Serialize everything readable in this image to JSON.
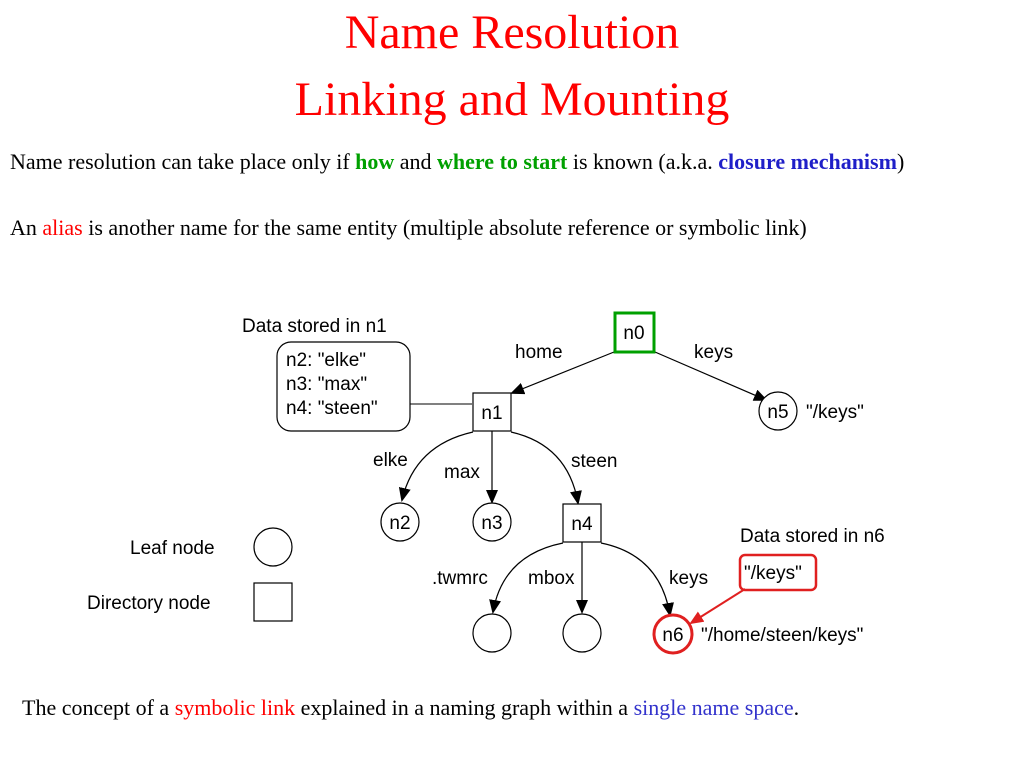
{
  "title": {
    "line1": "Name Resolution",
    "line2": "Linking and Mounting"
  },
  "paragraph1": {
    "t1": "Name resolution can take place only if ",
    "how": "how",
    "t2": " and ",
    "where": "where to start",
    "t3": " is known (a.k.a. ",
    "closure": "closure mechanism",
    "t4": ")"
  },
  "paragraph2": {
    "t1": "An ",
    "alias": "alias",
    "t2": " is another name for the same entity (multiple absolute reference or symbolic link)"
  },
  "diagram": {
    "n1_data_title": "Data stored in n1",
    "n1_data_lines": [
      "n2: \"elke\"",
      "n3: \"max\"",
      "n4: \"steen\""
    ],
    "nodes": {
      "n0": "n0",
      "n1": "n1",
      "n2": "n2",
      "n3": "n3",
      "n4": "n4",
      "n5": "n5",
      "n6": "n6"
    },
    "edges": {
      "home": "home",
      "keys_top": "keys",
      "elke": "elke",
      "max": "max",
      "steen": "steen",
      "twmrc": ".twmrc",
      "mbox": "mbox",
      "keys_bottom": "keys"
    },
    "n5_path": "\"/keys\"",
    "n6_path": "\"/home/steen/keys\"",
    "n6_data_title": "Data stored in n6",
    "n6_data_value": "\"/keys\"",
    "legend": {
      "leaf": "Leaf node",
      "directory": "Directory node"
    },
    "colors": {
      "root_highlight": "#00a000",
      "link_highlight": "#e02020"
    }
  },
  "caption": {
    "t1": "The concept of a ",
    "symlink": "symbolic link",
    "t2": " explained in a naming graph within a ",
    "single": "single name space",
    "t3": "."
  }
}
